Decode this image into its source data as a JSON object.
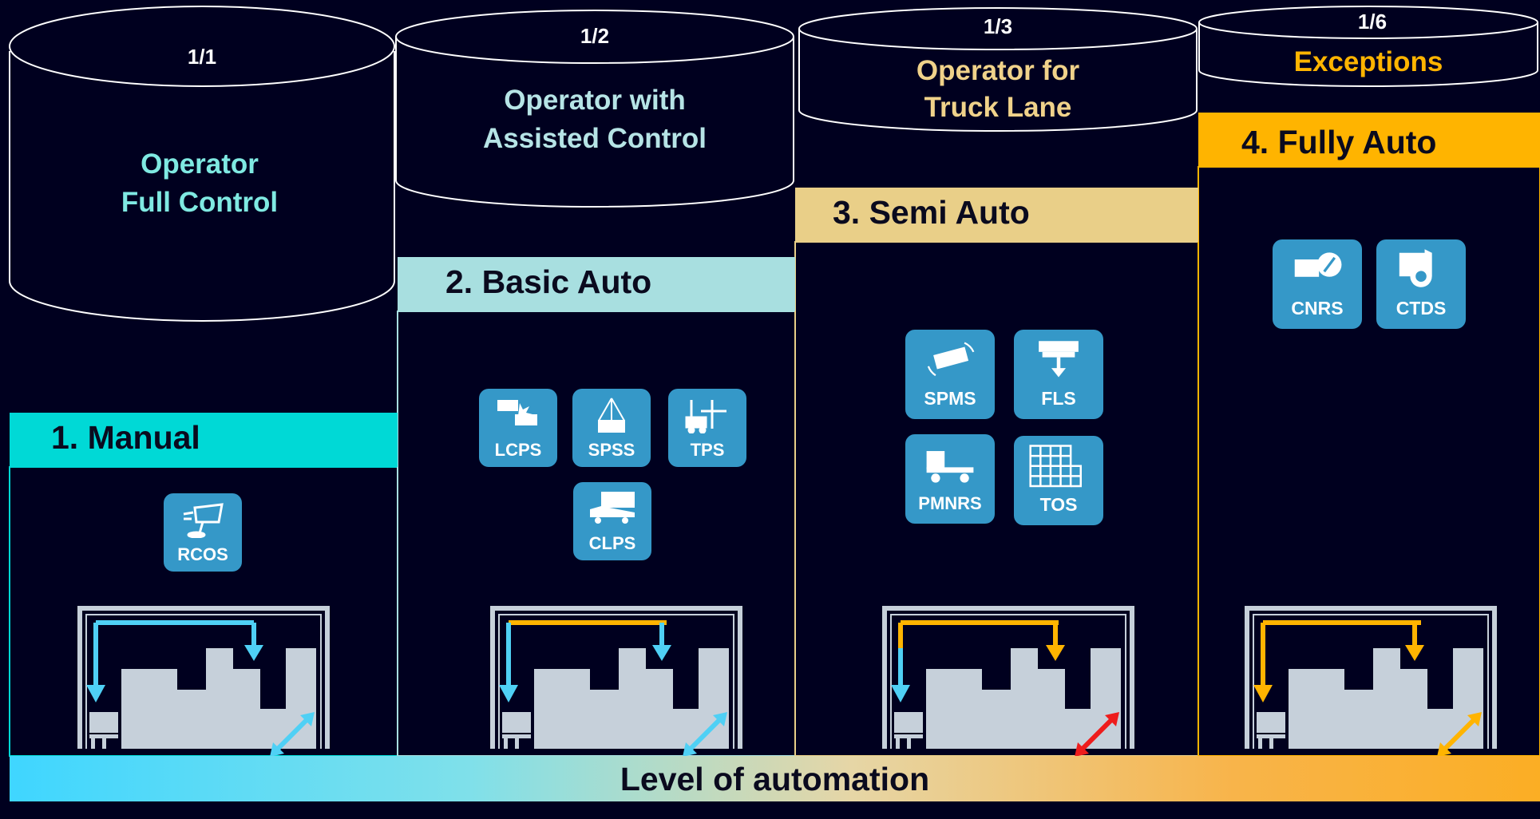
{
  "columns": [
    {
      "ratio": "1/1",
      "operator": [
        "Operator",
        "Full Control"
      ],
      "level": "1. Manual",
      "colors": {
        "header": "#00d9d6",
        "operator_text": "#7fe9e2",
        "arrow": "#4fd0f5",
        "diag": "#4fd0f5"
      },
      "icons": [
        "RCOS"
      ]
    },
    {
      "ratio": "1/2",
      "operator": [
        "Operator with",
        "Assisted Control"
      ],
      "level": "2. Basic Auto",
      "colors": {
        "header": "#a8dfe0",
        "operator_text": "#b6e4e6",
        "arrow": "#ffb400",
        "diag": "#4fd0f5"
      },
      "icons": [
        "LCPS",
        "SPSS",
        "TPS",
        "CLPS"
      ]
    },
    {
      "ratio": "1/3",
      "operator": [
        "Operator for",
        "Truck Lane"
      ],
      "level": "3. Semi Auto",
      "colors": {
        "header": "#e9cf88",
        "operator_text": "#f0d28a",
        "arrow": "#ffb400",
        "diag": "#ee1c1c"
      },
      "icons": [
        "SPMS",
        "FLS",
        "PMNRS",
        "TOS"
      ]
    },
    {
      "ratio": "1/6",
      "operator": [
        "Exceptions"
      ],
      "level": "4. Fully Auto",
      "colors": {
        "header": "#ffb400",
        "operator_text": "#ffb400",
        "arrow": "#ffb400",
        "diag": "#ffb400"
      },
      "icons": [
        "CNRS",
        "CTDS"
      ]
    }
  ],
  "footer": {
    "label": "Level of automation"
  },
  "icon_names": {
    "RCOS": "remote-console-icon",
    "LCPS": "container-collision-icon",
    "SPSS": "spreader-icon",
    "TPS": "truck-positioning-icon",
    "CLPS": "truck-container-icon",
    "SPMS": "spreader-motion-icon",
    "FLS": "container-lifting-icon",
    "PMNRS": "prime-mover-icon",
    "TOS": "grid-icon",
    "CNRS": "container-compass-icon",
    "CTDS": "container-inspection-icon"
  }
}
